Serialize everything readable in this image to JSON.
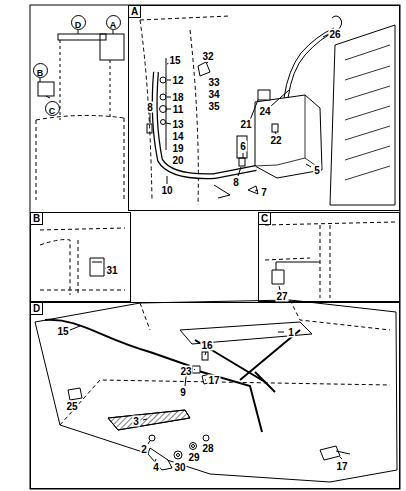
{
  "diagram": {
    "nodes": [
      {
        "text": [
          "D"
        ]
      },
      {
        "text": [
          "A"
        ]
      },
      {
        "text": [
          "B"
        ]
      },
      {
        "text": [
          "C"
        ]
      },
      {
        "text": [
          "A"
        ]
      },
      {
        "text": [
          "B"
        ]
      },
      {
        "text": [
          "C"
        ]
      },
      {
        "text": [
          "D"
        ]
      }
    ],
    "labels": [
      "15",
      "12",
      "18",
      "11",
      "13",
      "14",
      "19",
      "20",
      "8",
      "32",
      "33",
      "34",
      "35",
      "26",
      "24",
      "21",
      "22",
      "6",
      "5",
      "8",
      "7",
      "10",
      "31",
      "27",
      "15",
      "1",
      "16",
      "23",
      "17",
      "9",
      "25",
      "3",
      "2",
      "4",
      "30",
      "29",
      "28",
      "17"
    ]
  }
}
